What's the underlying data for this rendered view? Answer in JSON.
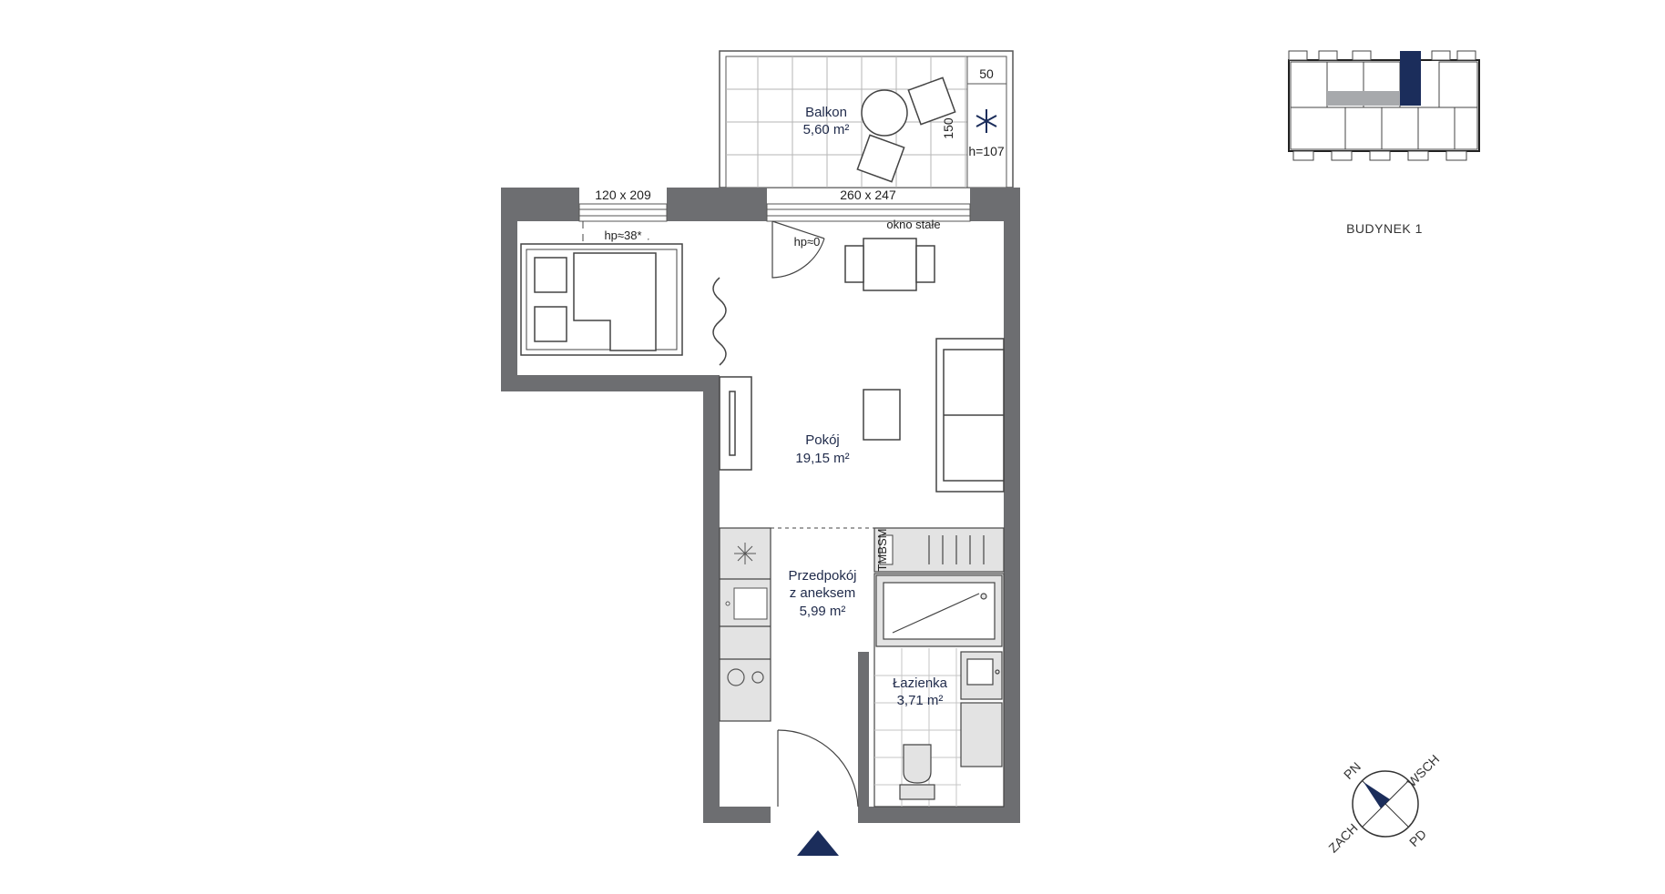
{
  "colors": {
    "wall": "#6d6e71",
    "accent": "#1b2d5b",
    "line": "#3a3a3a",
    "furniture": "#e3e3e3"
  },
  "rooms": {
    "balcony": {
      "name": "Balkon",
      "area": "5,60 m²"
    },
    "living": {
      "name": "Pokój",
      "area": "19,15 m²"
    },
    "hallway": {
      "name_line1": "Przedpokój",
      "name_line2": "z aneksem",
      "area": "5,99 m²"
    },
    "bathroom": {
      "name": "Łazienka",
      "area": "3,71 m²"
    }
  },
  "dimensions": {
    "window_left": "120 x 209",
    "door_balcony": "260 x 247",
    "sill_left": "hp≈38*",
    "sill_door": "hp≈0",
    "fixed_window": "okno stałe",
    "balcony_width": "50",
    "balcony_depth": "150",
    "railing_height": "h=107"
  },
  "appliance_label": "TMBSM",
  "key_plan": {
    "caption": "BUDYNEK 1"
  },
  "compass": {
    "north": "PN",
    "east": "WSCH",
    "south": "PD",
    "west": "ZACH"
  },
  "icons": {
    "ac_unit": "snowflake-icon",
    "entrance": "entrance-arrow-icon"
  }
}
